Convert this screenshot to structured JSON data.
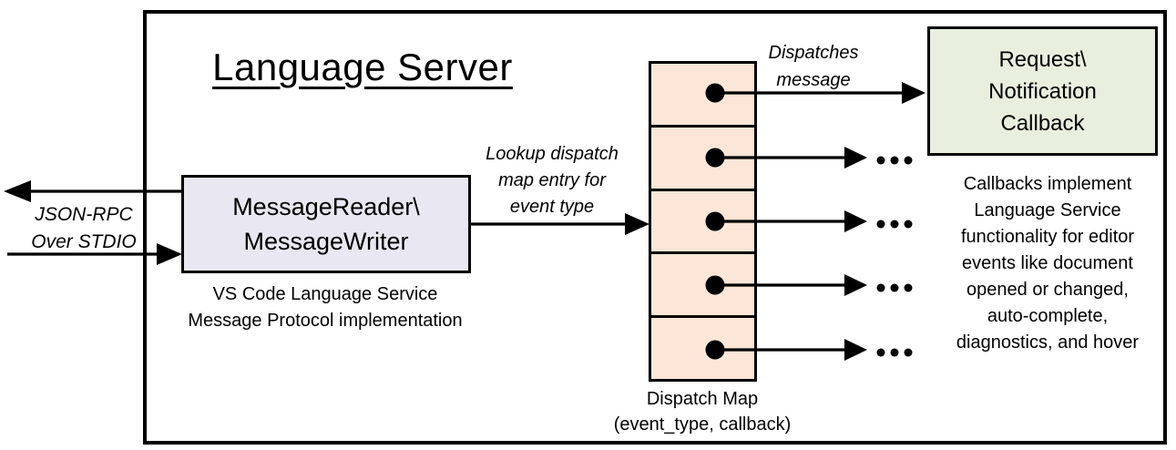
{
  "title": "Language Server",
  "colors": {
    "border": "#000000",
    "message_box_fill": "#E9E8F2",
    "dispatch_cell_fill": "#FBE6D7",
    "callback_box_fill": "#E8EFDE"
  },
  "io_label": {
    "line1": "JSON-RPC",
    "line2": "Over STDIO"
  },
  "message_box": {
    "line1": "MessageReader\\",
    "line2": "MessageWriter"
  },
  "message_caption": {
    "line1": "VS Code Language Service",
    "line2": "Message Protocol implementation"
  },
  "lookup_label": {
    "line1": "Lookup dispatch",
    "line2": "map entry for",
    "line3": "event type"
  },
  "dispatches_label": {
    "line1": "Dispatches",
    "line2": "message"
  },
  "callback_box": {
    "line1": "Request\\",
    "line2": "Notification",
    "line3": "Callback"
  },
  "callback_caption": [
    "Callbacks implement",
    "Language Service",
    "functionality for editor",
    "events like document",
    "opened or changed,",
    "auto-complete,",
    "diagnostics, and hover"
  ],
  "dispatch_map": {
    "row_count": 5,
    "label_line1": "Dispatch Map",
    "label_line2": "(event_type, callback)"
  }
}
